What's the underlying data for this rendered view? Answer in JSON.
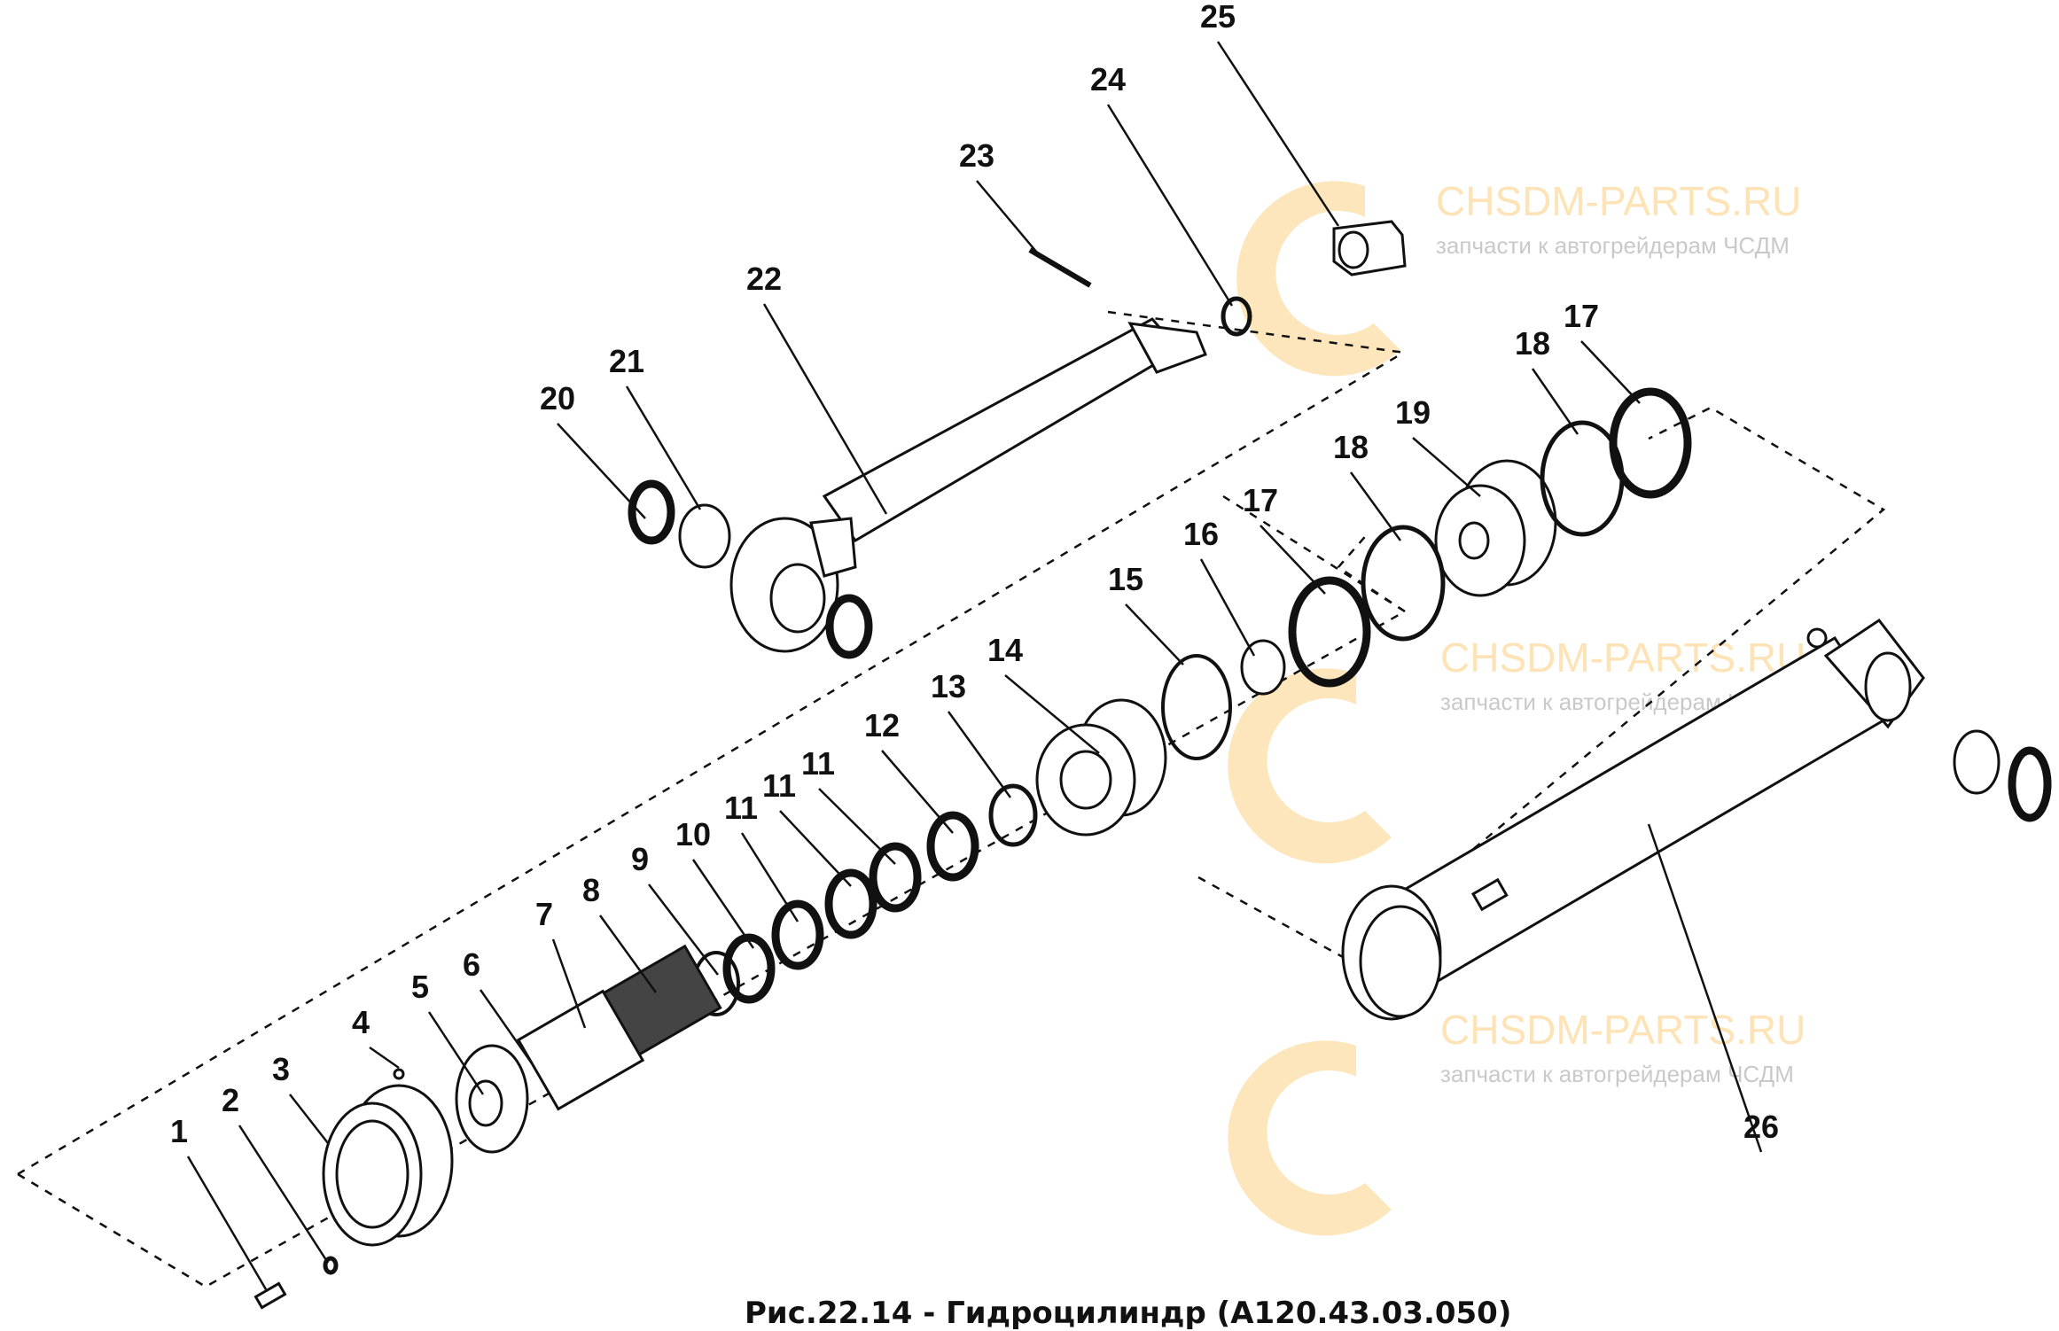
{
  "caption": "Рис.22.14 - Гидроцилиндр (А120.43.03.050)",
  "watermark": {
    "title": "CHSDM-PARTS.RU",
    "subtitle": "запчасти к автогрейдерам ЧСДМ"
  },
  "part_labels": [
    "1",
    "2",
    "3",
    "4",
    "5",
    "6",
    "7",
    "8",
    "9",
    "10",
    "11",
    "11",
    "11",
    "12",
    "13",
    "14",
    "15",
    "16",
    "17",
    "18",
    "19",
    "18",
    "17",
    "20",
    "21",
    "22",
    "23",
    "24",
    "25",
    "26"
  ],
  "colors": {
    "watermark_gear": "#fde3b5",
    "ink": "#111111"
  }
}
